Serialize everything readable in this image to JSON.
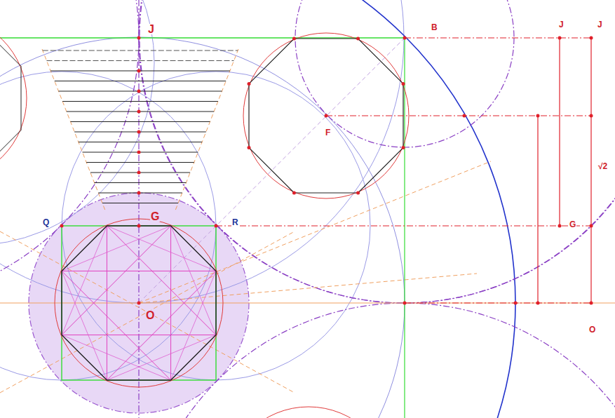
{
  "diagram": {
    "labels": [
      "J",
      "B",
      "J",
      "J",
      "F",
      "√2",
      "Q",
      "G",
      "R",
      "G",
      "O",
      "O"
    ]
  }
}
